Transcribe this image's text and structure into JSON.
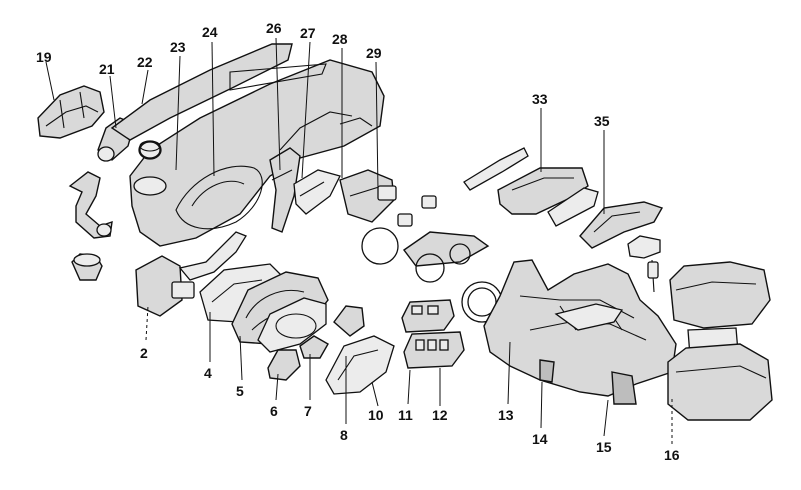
{
  "diagram": {
    "callouts": [
      {
        "id": "c19",
        "label": "19"
      },
      {
        "id": "c21",
        "label": "21"
      },
      {
        "id": "c22",
        "label": "22"
      },
      {
        "id": "c23",
        "label": "23"
      },
      {
        "id": "c24",
        "label": "24"
      },
      {
        "id": "c26",
        "label": "26"
      },
      {
        "id": "c27",
        "label": "27"
      },
      {
        "id": "c28",
        "label": "28"
      },
      {
        "id": "c29",
        "label": "29"
      },
      {
        "id": "c33",
        "label": "33"
      },
      {
        "id": "c35",
        "label": "35"
      },
      {
        "id": "c2",
        "label": "2"
      },
      {
        "id": "c4",
        "label": "4"
      },
      {
        "id": "c5",
        "label": "5"
      },
      {
        "id": "c6",
        "label": "6"
      },
      {
        "id": "c7",
        "label": "7"
      },
      {
        "id": "c8",
        "label": "8"
      },
      {
        "id": "c10",
        "label": "10"
      },
      {
        "id": "c11",
        "label": "11"
      },
      {
        "id": "c12",
        "label": "12"
      },
      {
        "id": "c13",
        "label": "13"
      },
      {
        "id": "c14",
        "label": "14"
      },
      {
        "id": "c15",
        "label": "15"
      },
      {
        "id": "c16",
        "label": "16"
      }
    ]
  }
}
